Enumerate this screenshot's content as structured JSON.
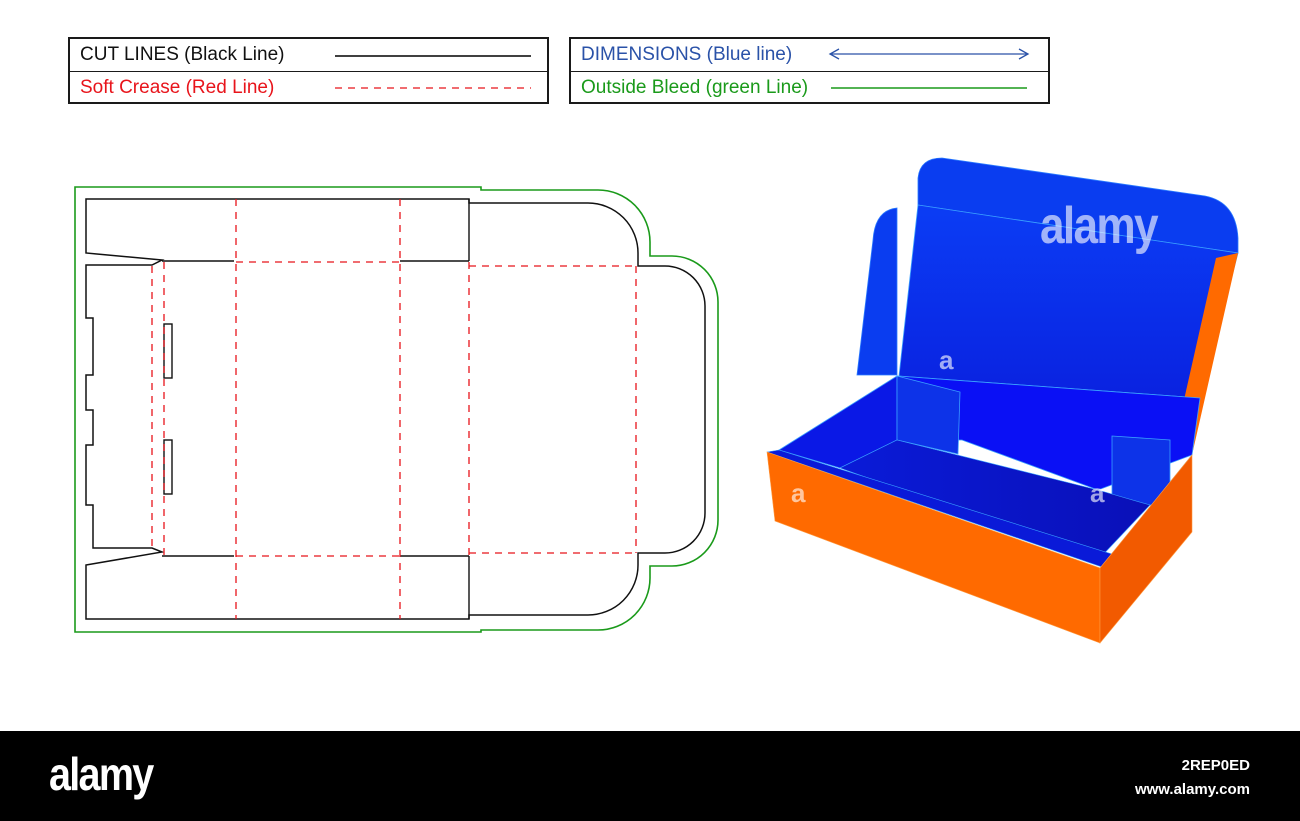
{
  "legend": {
    "cut_lines": {
      "label": "CUT LINES (Black Line)",
      "color": "#000000"
    },
    "soft_crease": {
      "label": "Soft Crease (Red Line)",
      "color": "#e8141b"
    },
    "dimensions": {
      "label": "DIMENSIONS (Blue line)",
      "color": "#2a52a8"
    },
    "outside_bleed": {
      "label": "Outside Bleed (green Line)",
      "color": "#1a9a1a"
    }
  },
  "colors": {
    "box_orange": "#ff6a00",
    "box_blue": "#0a1ff0",
    "box_dark_orange": "#f25a00"
  },
  "watermark": {
    "main": "alamy",
    "small": "a"
  },
  "footer": {
    "logo": "alamy",
    "image_id": "2REP0ED",
    "site": "www.alamy.com"
  }
}
